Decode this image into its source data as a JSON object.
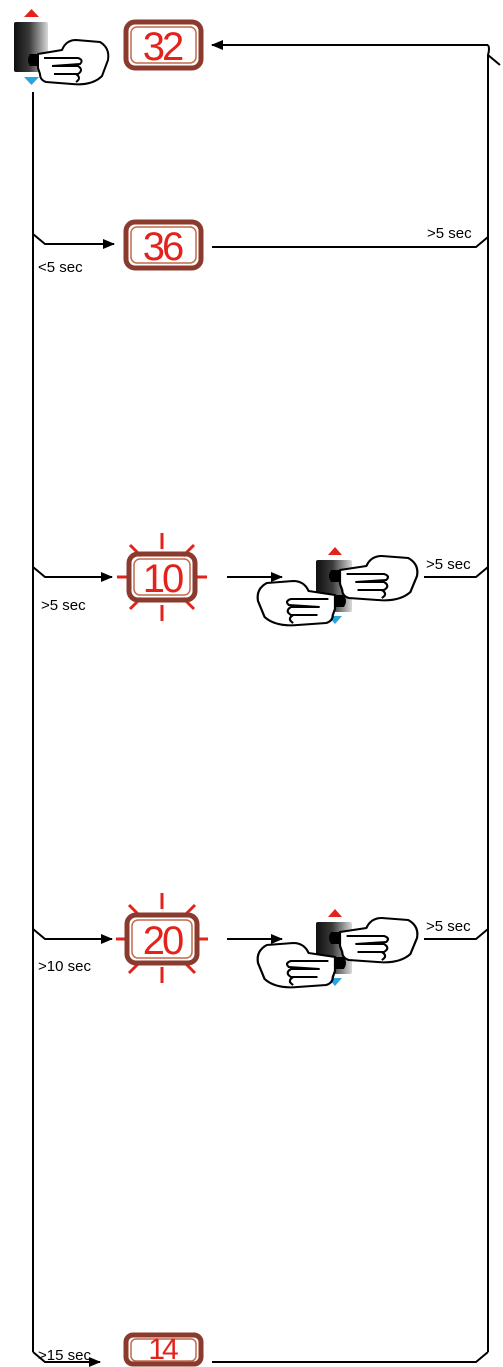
{
  "colors": {
    "display_border": "#8b3a2e",
    "display_border_inner": "#c46a4a",
    "digits": "#e3231b",
    "blink_rays": "#e3231b",
    "arrow_up": "#e3231b",
    "arrow_down": "#2aa3e0",
    "button_dark": "#1e1e1e",
    "line": "#000000"
  },
  "displays": {
    "start": "32",
    "short_press": "36",
    "press_5": "10",
    "press_10": "20",
    "press_15": "14"
  },
  "labels": {
    "short_press": "<5 sec",
    "press_5": ">5 sec",
    "press_10": ">10 sec",
    "press_15": ">15 sec",
    "return_1": ">5 sec",
    "return_2": ">5 sec",
    "return_3": ">5 sec"
  },
  "icons": [
    "button-icon",
    "hand-icon",
    "arrow-icon",
    "blink-icon"
  ]
}
